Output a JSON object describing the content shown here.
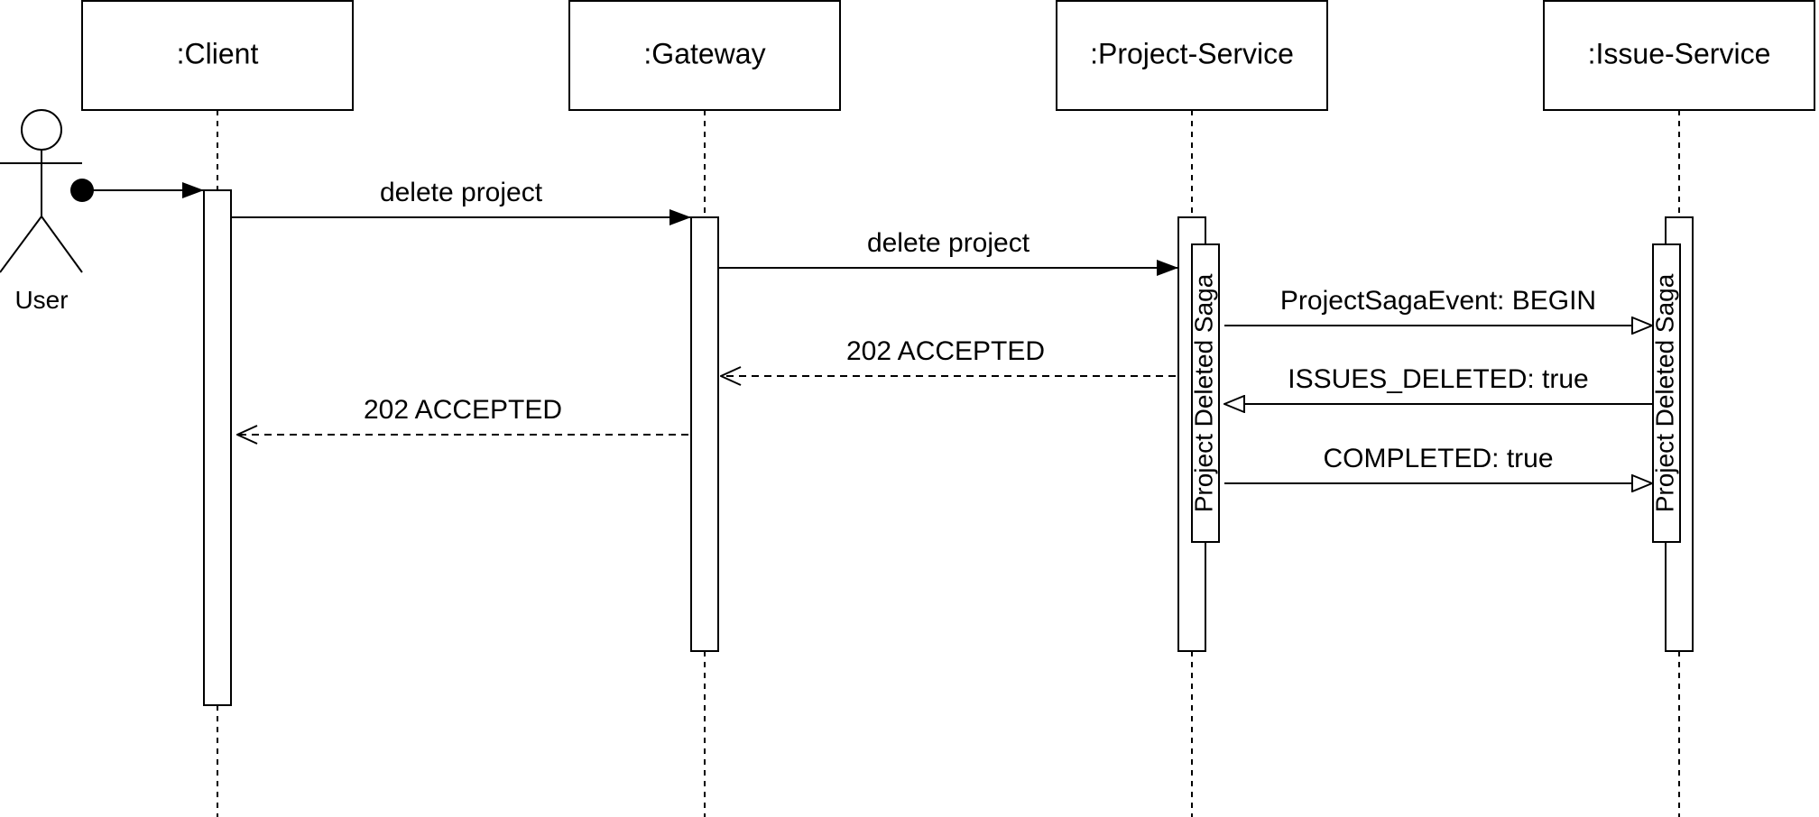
{
  "actor": {
    "label": "User"
  },
  "lifelines": [
    {
      "label": ":Client"
    },
    {
      "label": ":Gateway"
    },
    {
      "label": ":Project-Service"
    },
    {
      "label": ":Issue-Service"
    }
  ],
  "sagas": [
    {
      "label": "Project Deleted Saga"
    },
    {
      "label": "Project Deleted Saga"
    }
  ],
  "messages": [
    {
      "label": "delete project",
      "kind": "sync"
    },
    {
      "label": "delete project",
      "kind": "sync"
    },
    {
      "label": "ProjectSagaEvent: BEGIN",
      "kind": "async"
    },
    {
      "label": "202 ACCEPTED",
      "kind": "return"
    },
    {
      "label": "ISSUES_DELETED: true",
      "kind": "async"
    },
    {
      "label": "202 ACCEPTED",
      "kind": "return"
    },
    {
      "label": "COMPLETED: true",
      "kind": "async"
    }
  ],
  "colors": {
    "stroke": "#000000",
    "fill": "#ffffff"
  }
}
